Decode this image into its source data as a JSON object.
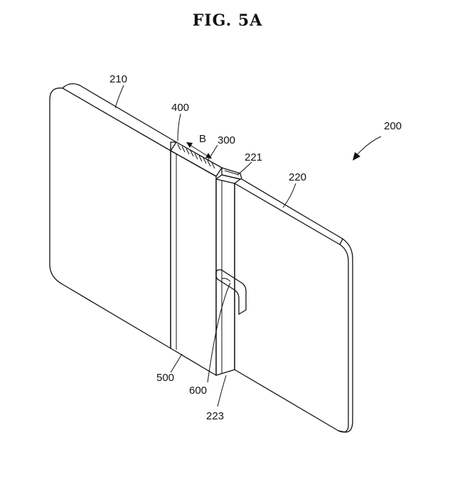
{
  "figure": {
    "title": "FIG.  5A"
  },
  "labels": {
    "device": "200",
    "left_housing": "210",
    "right_housing": "220",
    "hinge_slot": "221",
    "hinge_cover": "223",
    "hinge_module": "300",
    "hinge_teeth": "400",
    "fold_panel": "500",
    "connector": "600",
    "direction": "B"
  }
}
